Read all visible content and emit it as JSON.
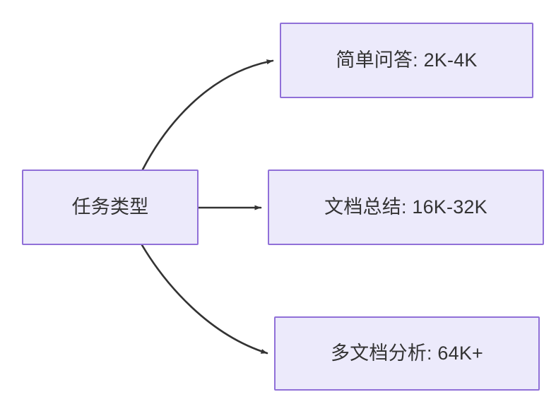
{
  "diagram": {
    "type": "flowchart",
    "direction": "left-to-right",
    "background_color": "#ffffff",
    "node_fill_color": "#ECEAFB",
    "node_border_color": "#9070D8",
    "node_text_color": "#333333",
    "edge_color": "#333333",
    "nodes": [
      {
        "id": "task-type",
        "label": "任务类型"
      },
      {
        "id": "simple-qa",
        "label": "简单问答: 2K-4K"
      },
      {
        "id": "doc-summary",
        "label": "文档总结: 16K-32K"
      },
      {
        "id": "multi-doc",
        "label": "多文档分析: 64K+"
      }
    ],
    "edges": [
      {
        "from": "task-type",
        "to": "simple-qa",
        "style": "curved",
        "arrowhead": "filled-triangle"
      },
      {
        "from": "task-type",
        "to": "doc-summary",
        "style": "straight",
        "arrowhead": "filled-triangle"
      },
      {
        "from": "task-type",
        "to": "multi-doc",
        "style": "curved",
        "arrowhead": "filled-triangle"
      }
    ]
  }
}
